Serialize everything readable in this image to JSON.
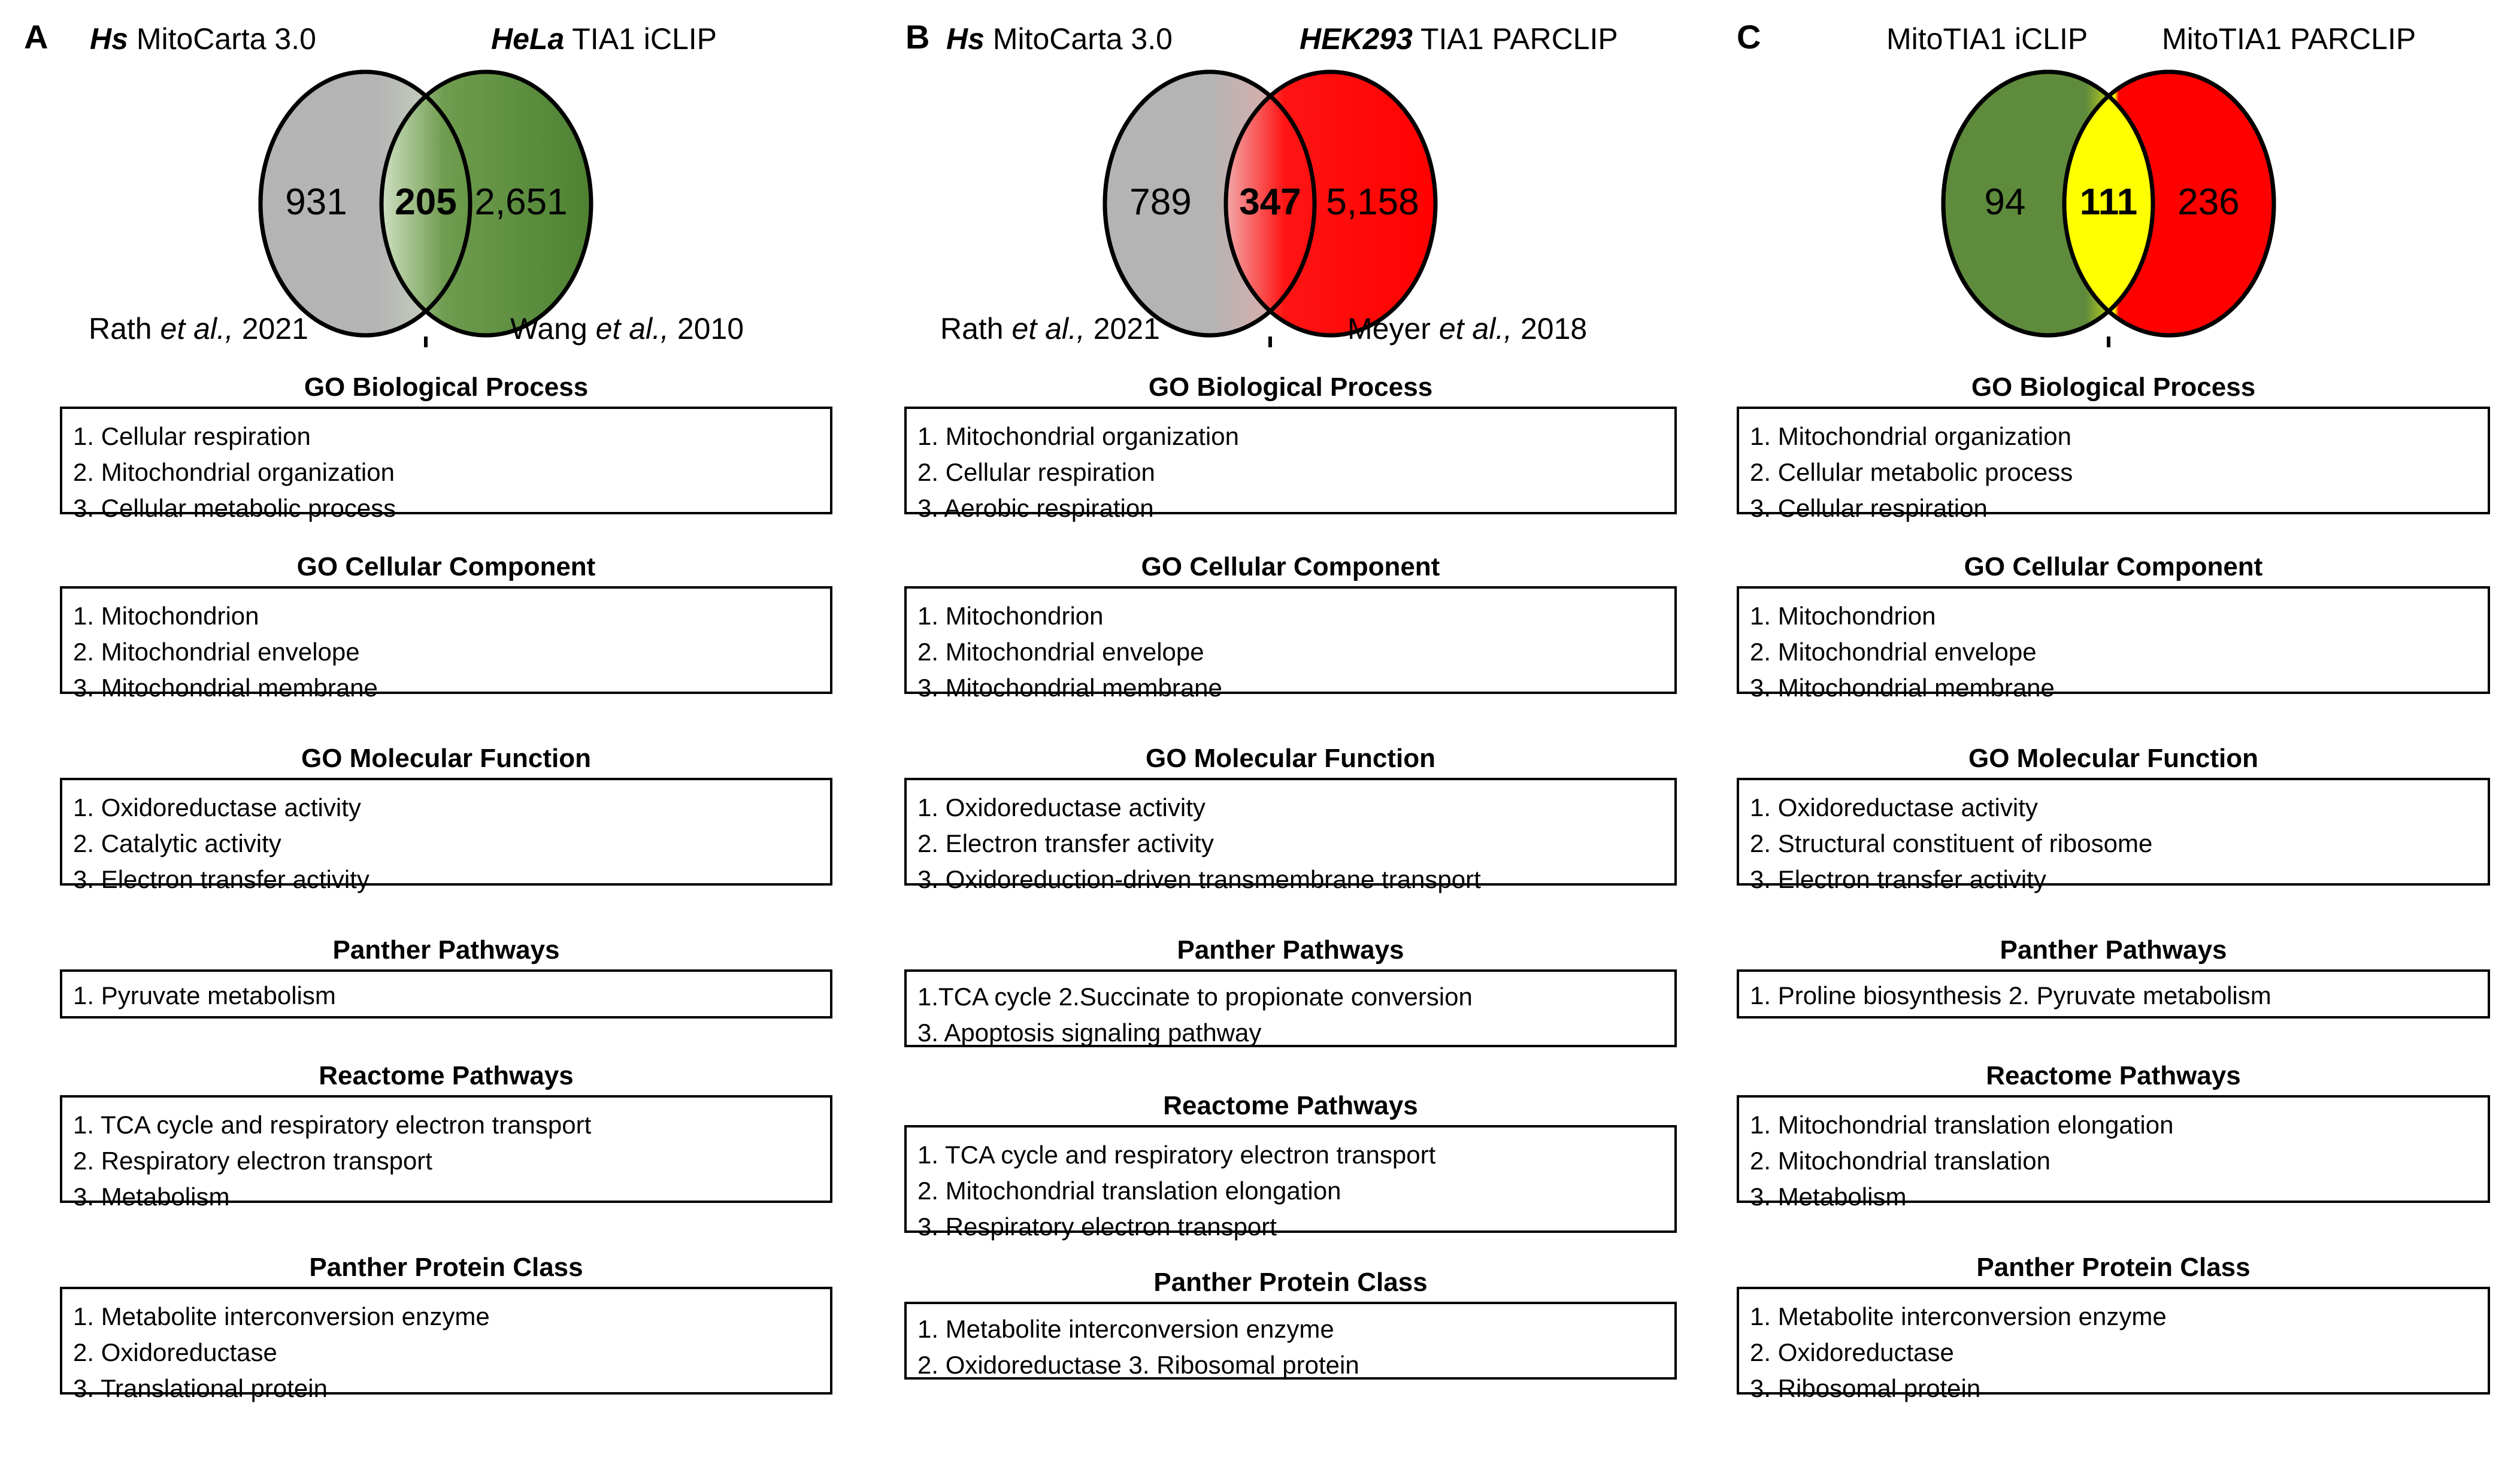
{
  "figure": {
    "section_titles": {
      "bp": "GO Biological Process",
      "cc": "GO Cellular Component",
      "mf": "GO Molecular Function",
      "panther_pathways": "Panther Pathways",
      "reactome": "Reactome Pathways",
      "protein_class": "Panther Protein Class"
    }
  },
  "panels": [
    {
      "letter": "A",
      "venn": {
        "left_label_italic": "Hs",
        "left_label_rest": " MitoCarta 3.0",
        "right_label_italic": "HeLa",
        "right_label_rest": " TIA1 iCLIP",
        "left_only": "931",
        "intersection": "205",
        "right_only": "2,651",
        "left_color": "#b4b4b4",
        "right_color": "#5f9040",
        "intersection_color": "#b9d3a4",
        "left_citation_pre": "Rath ",
        "left_citation_ital": "et al.,",
        "left_citation_post": " 2021",
        "right_citation_pre": "Wang ",
        "right_citation_ital": "et al.,",
        "right_citation_post": " 2010"
      },
      "sections": [
        {
          "key": "bp",
          "items": [
            "1. Cellular respiration",
            "2. Mitochondrial organization",
            "3. Cellular metabolic process"
          ]
        },
        {
          "key": "cc",
          "items": [
            "1. Mitochondrion",
            "2. Mitochondrial envelope",
            "3. Mitochondrial membrane"
          ]
        },
        {
          "key": "mf",
          "items": [
            "1. Oxidoreductase activity",
            "2. Catalytic activity",
            "3. Electron transfer activity"
          ]
        },
        {
          "key": "panther_pathways",
          "items": [
            "1. Pyruvate metabolism"
          ]
        },
        {
          "key": "reactome",
          "items": [
            "1.  TCA cycle and respiratory electron transport",
            "2.  Respiratory electron transport",
            "3.  Metabolism"
          ]
        },
        {
          "key": "protein_class",
          "items": [
            "1.  Metabolite interconversion enzyme",
            "2.  Oxidoreductase",
            "3.  Translational protein"
          ]
        }
      ]
    },
    {
      "letter": "B",
      "venn": {
        "left_label_italic": "Hs",
        "left_label_rest": " MitoCarta 3.0",
        "right_label_italic": "HEK293",
        "right_label_rest": " TIA1 PARCLIP",
        "left_only": "789",
        "intersection": "347",
        "right_only": "5,158",
        "left_color": "#b4b4b4",
        "right_color": "#ff0000",
        "intersection_color": "#f09a9a",
        "left_citation_pre": "Rath ",
        "left_citation_ital": "et al.,",
        "left_citation_post": " 2021",
        "right_citation_pre": "Meyer ",
        "right_citation_ital": "et al.,",
        "right_citation_post": " 2018"
      },
      "sections": [
        {
          "key": "bp",
          "items": [
            "1. Mitochondrial organization",
            "2. Cellular respiration",
            "3. Aerobic respiration"
          ]
        },
        {
          "key": "cc",
          "items": [
            "1. Mitochondrion",
            "2. Mitochondrial envelope",
            "3. Mitochondrial membrane"
          ]
        },
        {
          "key": "mf",
          "items": [
            "1. Oxidoreductase activity",
            "2. Electron transfer activity",
            "3. Oxidoreduction-driven transmembrane transport"
          ]
        },
        {
          "key": "panther_pathways",
          "items": [
            "1.TCA cycle     2.Succinate to propionate conversion",
            "3. Apoptosis signaling pathway"
          ]
        },
        {
          "key": "reactome",
          "items": [
            "1.  TCA cycle and respiratory electron transport",
            "2.  Mitochondrial translation elongation",
            "3.  Respiratory electron transport"
          ]
        },
        {
          "key": "protein_class",
          "items": [
            "1.  Metabolite interconversion enzyme",
            "2.  Oxidoreductase          3. Ribosomal protein"
          ]
        }
      ]
    },
    {
      "letter": "C",
      "venn": {
        "left_label_italic": "",
        "left_label_rest": "MitoTIA1 iCLIP",
        "right_label_italic": "",
        "right_label_rest": "MitoTIA1 PARCLIP",
        "left_only": "94",
        "intersection": "111",
        "right_only": "236",
        "left_color": "#5f8b3c",
        "right_color": "#ff0000",
        "intersection_color": "#ffff00",
        "left_citation_pre": "",
        "left_citation_ital": "",
        "left_citation_post": "",
        "right_citation_pre": "",
        "right_citation_ital": "",
        "right_citation_post": ""
      },
      "sections": [
        {
          "key": "bp",
          "items": [
            "1. Mitochondrial organization",
            "2. Cellular metabolic process",
            "3. Cellular respiration"
          ]
        },
        {
          "key": "cc",
          "items": [
            "1. Mitochondrion",
            "2. Mitochondrial envelope",
            "3. Mitochondrial membrane"
          ]
        },
        {
          "key": "mf",
          "items": [
            "1. Oxidoreductase activity",
            "2. Structural constituent of ribosome",
            "3. Electron transfer activity"
          ]
        },
        {
          "key": "panther_pathways",
          "items": [
            "1. Proline biosynthesis             2. Pyruvate metabolism"
          ]
        },
        {
          "key": "reactome",
          "items": [
            "1.  Mitochondrial translation elongation",
            "2.  Mitochondrial translation",
            "3.  Metabolism"
          ]
        },
        {
          "key": "protein_class",
          "items": [
            "1.  Metabolite interconversion enzyme",
            "2.  Oxidoreductase",
            "3.  Ribosomal protein"
          ]
        }
      ]
    }
  ]
}
